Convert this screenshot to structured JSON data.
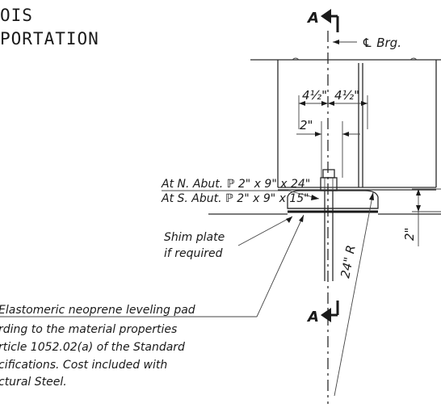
{
  "title": {
    "line1": "OIS",
    "line2": "PORTATION"
  },
  "section_mark": {
    "top_label": "A",
    "bottom_label": "A"
  },
  "labels": {
    "centerline_bearing": "℄ Brg.",
    "dim_4_5_left": "4½\"",
    "dim_4_5_right": "4½\"",
    "dim_2_in": "2\"",
    "dim_2_in_vertical": "2\"",
    "radius": "24\" R"
  },
  "notes": {
    "plate_north": "At N. Abut. ℙ 2\" x 9\" x 24\"",
    "plate_south": "At S. Abut. ℙ 2\" x 9\" x 15\"",
    "shim_line1": "Shim plate",
    "shim_line2": "if required",
    "pad_line1": "Elastomeric neoprene leveling pad",
    "pad_line2": "rding to the material properties",
    "pad_line3": "rticle 1052.02(a) of the Standard",
    "pad_line4": "cifications. Cost included with",
    "pad_line5": "ctural Steel."
  }
}
